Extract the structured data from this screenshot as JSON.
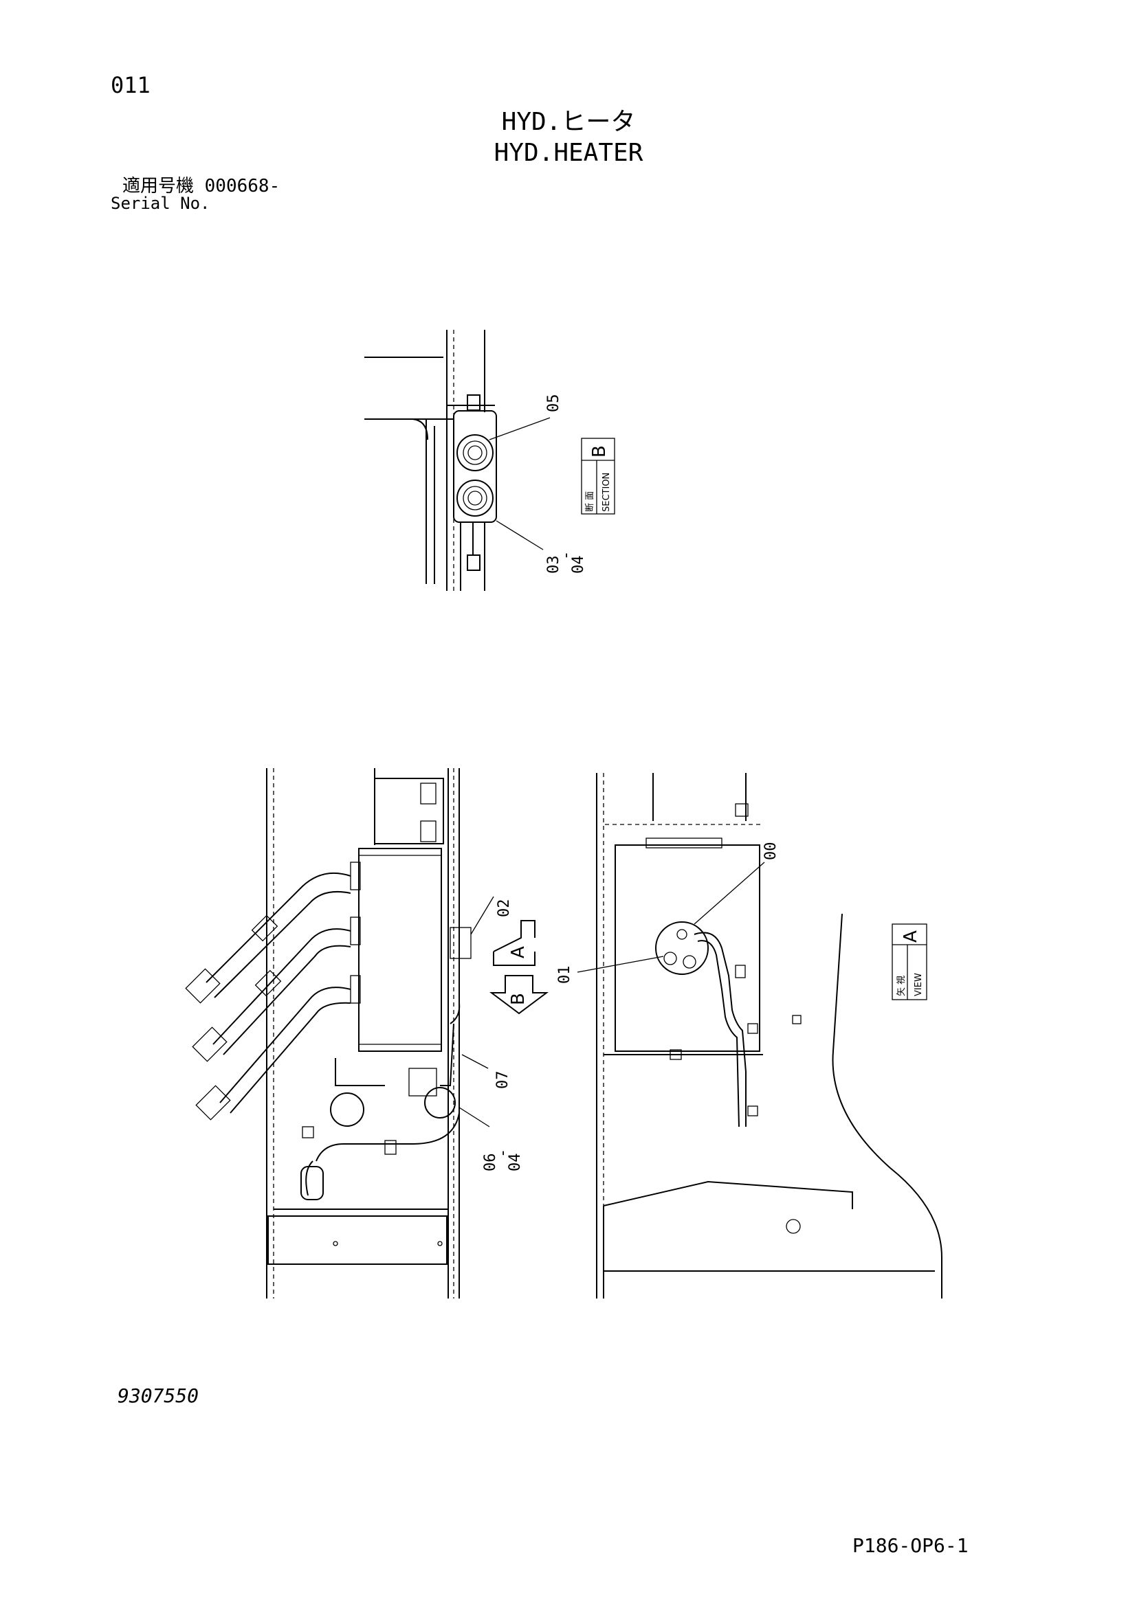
{
  "page": {
    "number": "011",
    "title_ja": "HYD.ヒータ",
    "title_en": "HYD.HEATER",
    "serial_ja": "適用号機  000668-",
    "serial_en": "Serial No.",
    "drawing_number": "9307550",
    "sheet_code": "P186-OP6-1"
  },
  "section_b": {
    "box_letter": "B",
    "box_ja": "断 面",
    "box_en": "SECTION",
    "callouts": [
      "05",
      "03",
      "-",
      "04"
    ]
  },
  "main_view": {
    "callouts": [
      "02",
      "07",
      "06",
      "-",
      "04"
    ],
    "arrow_a": "A",
    "arrow_b": "B"
  },
  "view_a": {
    "box_letter": "A",
    "box_ja": "矢 視",
    "box_en": "VIEW",
    "callouts": [
      "00",
      "01"
    ]
  }
}
